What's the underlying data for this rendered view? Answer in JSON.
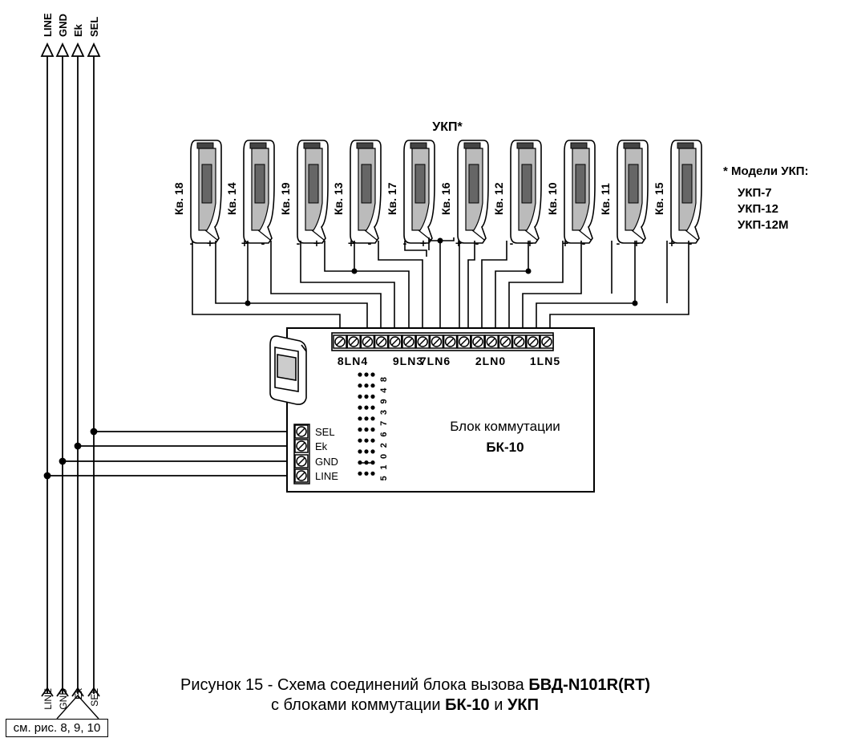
{
  "bus": {
    "labels": [
      "LINE",
      "GND",
      "Ek",
      "SEL"
    ]
  },
  "ukp": {
    "title": "УКП*",
    "handsets": [
      {
        "label": "Кв. 18",
        "left": "-",
        "right": "+"
      },
      {
        "label": "Кв. 14",
        "left": "+",
        "right": "-"
      },
      {
        "label": "Кв. 19",
        "left": "-",
        "right": "+"
      },
      {
        "label": "Кв. 13",
        "left": "+",
        "right": "-"
      },
      {
        "label": "Кв. 17",
        "left": "-",
        "right": "+"
      },
      {
        "label": "Кв. 16",
        "left": "+",
        "right": "-"
      },
      {
        "label": "Кв. 12",
        "left": "-",
        "right": "+"
      },
      {
        "label": "Кв. 10",
        "left": "+",
        "right": "-"
      },
      {
        "label": "Кв. 11",
        "left": "-",
        "right": "+"
      },
      {
        "label": "Кв. 15",
        "left": "+",
        "right": "-"
      }
    ],
    "models_title": "* Модели УКП:",
    "models": [
      "УКП-7",
      "УКП-12",
      "УКП-12М"
    ]
  },
  "block": {
    "name": "Блок коммутации",
    "model": "БК-10",
    "terminal_groups": [
      "8 LN 4",
      "9 LN 3",
      "7 LN 6",
      "2 LN 0",
      "1 LN 5"
    ],
    "side_terminals": [
      "SEL",
      "Ek",
      "GND",
      "LINE"
    ],
    "jumper_digits": [
      "8",
      "4",
      "9",
      "3",
      "7",
      "6",
      "2",
      "0",
      "1",
      "5"
    ]
  },
  "bottom": {
    "bus_labels": [
      "LINE",
      "GND",
      "Ek",
      "SEL"
    ],
    "ref": "см. рис. 8, 9, 10"
  },
  "caption": {
    "line1_prefix": "Рисунок 15 - Схема соединений блока вызова ",
    "line1_bold": "БВД-N101R(RT)",
    "line2_prefix": "с блоками коммутации ",
    "line2_bold1": "БК-10",
    "line2_mid": " и ",
    "line2_bold2": "УКП"
  }
}
